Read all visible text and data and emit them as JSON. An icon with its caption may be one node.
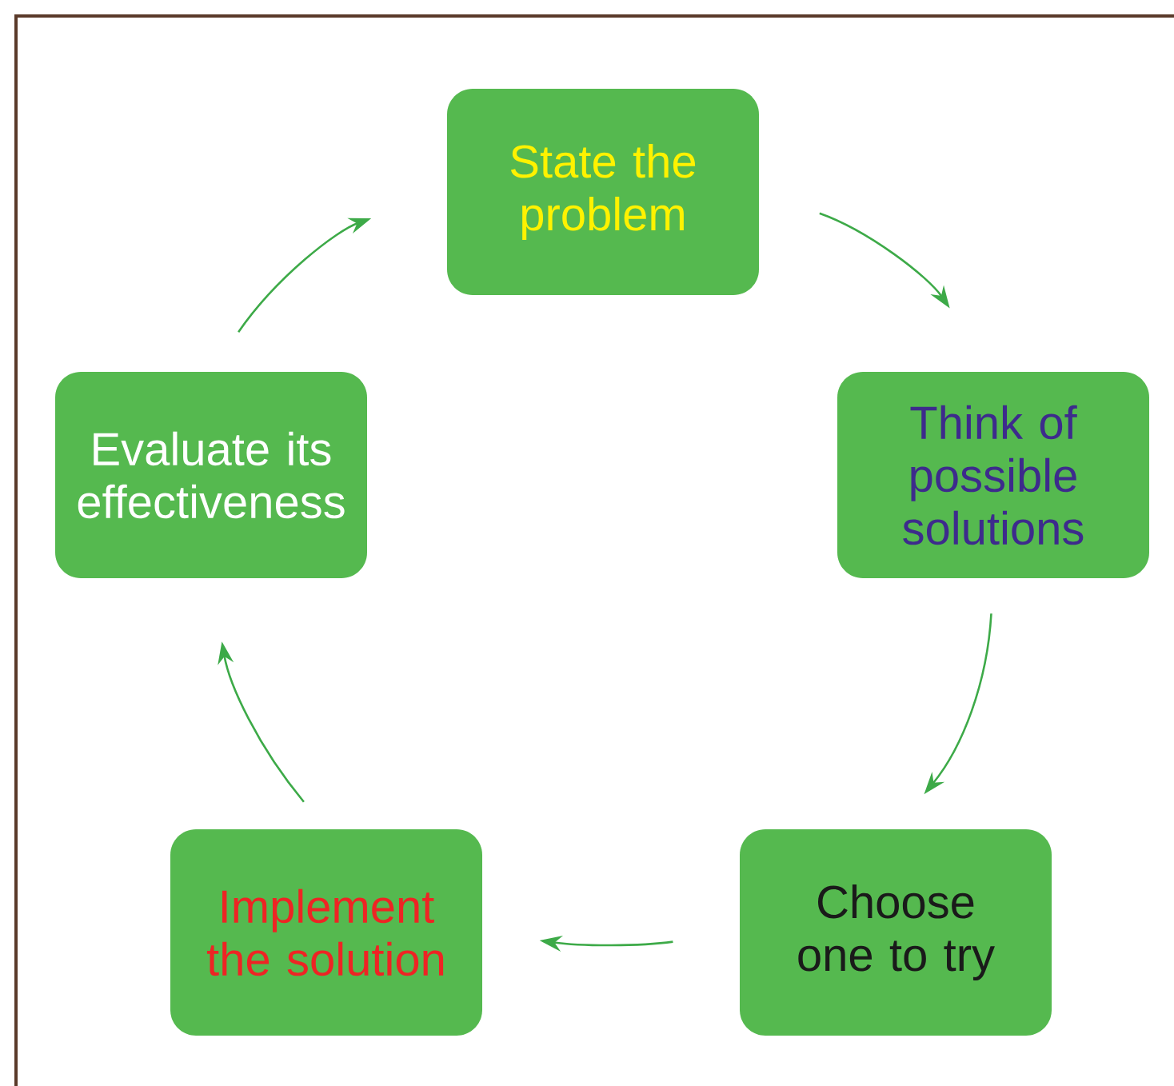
{
  "diagram": {
    "nodes": [
      {
        "text": [
          "State the problem"
        ]
      },
      {
        "text": [
          "Think of possible solutions"
        ]
      },
      {
        "text": [
          "Choose one to try"
        ]
      },
      {
        "text": [
          "Implement the solution"
        ]
      },
      {
        "text": [
          "Evaluate its effectiveness"
        ]
      }
    ],
    "edges": [
      {
        "from": 0,
        "to": 1,
        "arrow": "to"
      },
      {
        "from": 1,
        "to": 2,
        "arrow": "to"
      },
      {
        "from": 2,
        "to": 3,
        "arrow": "to"
      },
      {
        "from": 3,
        "to": 4,
        "arrow": "to"
      },
      {
        "from": 4,
        "to": 0,
        "arrow": "to"
      }
    ]
  }
}
